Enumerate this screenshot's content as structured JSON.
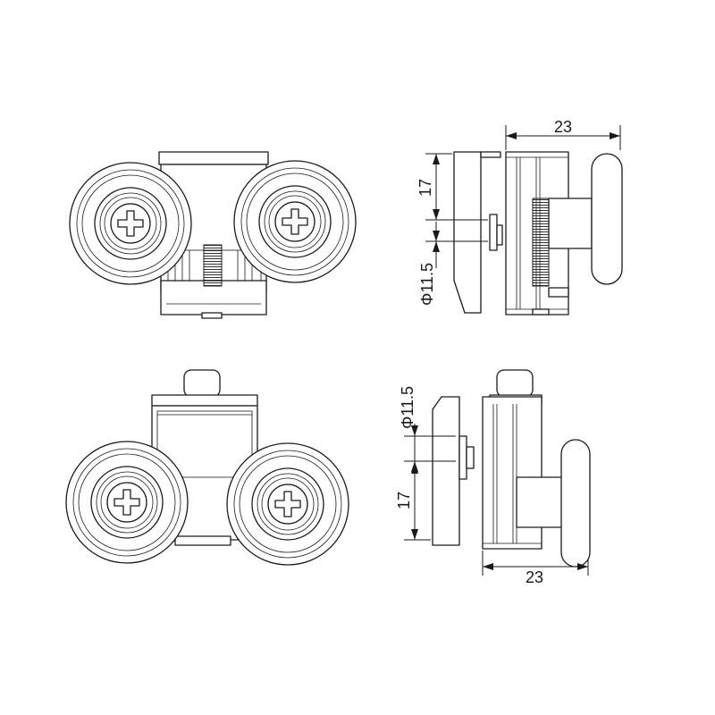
{
  "dimensions": {
    "top_right": {
      "width": "23",
      "height": "17",
      "diameter": "Φ11.5"
    },
    "bottom_right": {
      "width": "23",
      "height": "17",
      "diameter": "Φ11.5"
    }
  }
}
